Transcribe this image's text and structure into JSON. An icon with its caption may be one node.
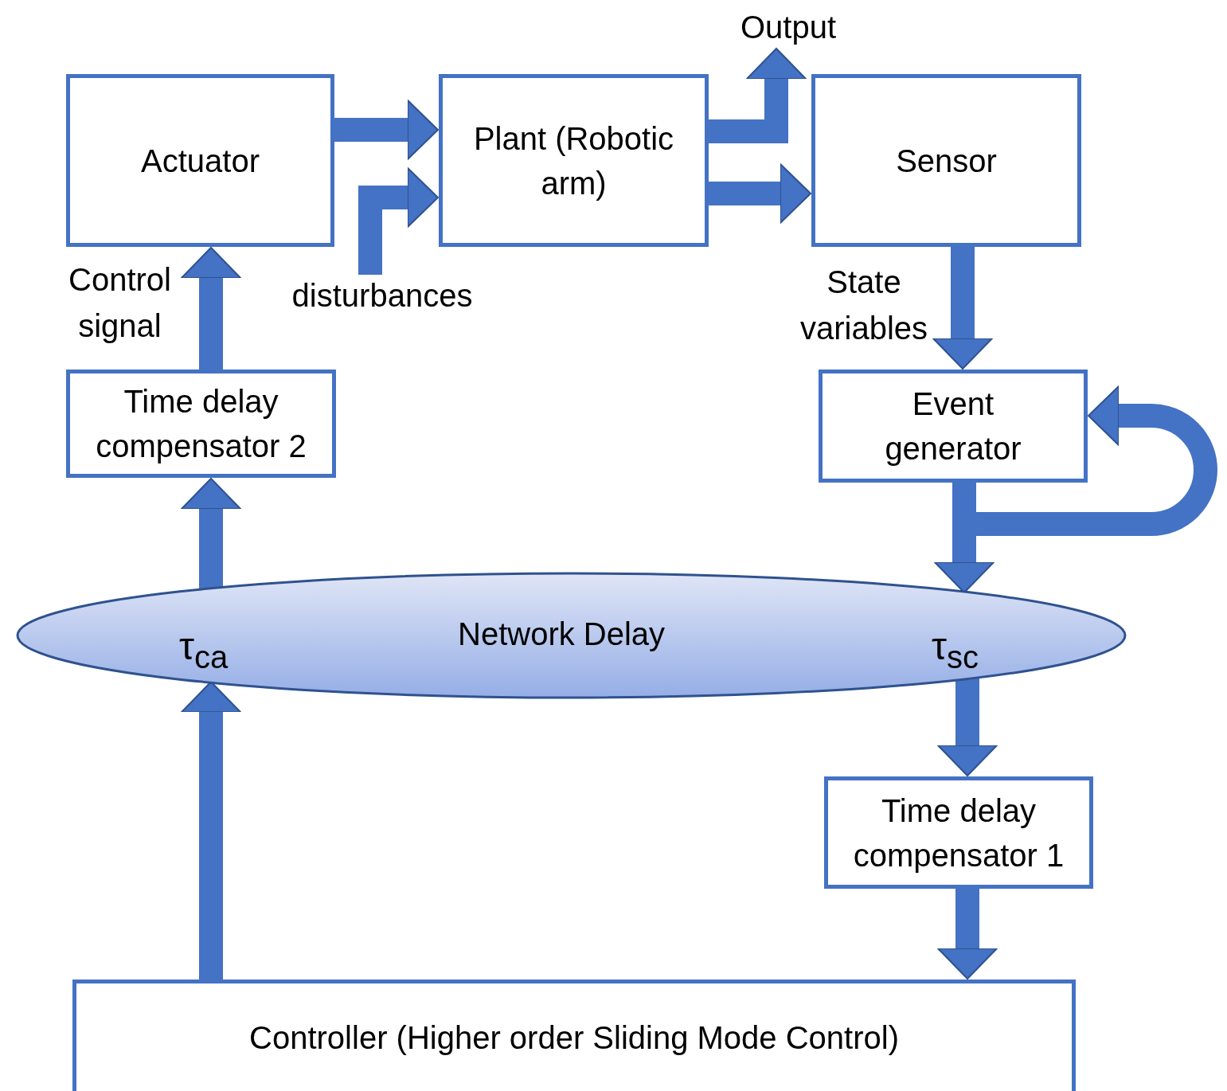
{
  "diagram": {
    "nodes": [
      {
        "text": [
          "Output"
        ]
      },
      {
        "text": [
          "Actuator"
        ]
      },
      {
        "text": [
          "Plant (Robotic arm)"
        ]
      },
      {
        "text": [
          "Sensor"
        ]
      },
      {
        "text": [
          "disturbances"
        ]
      },
      {
        "text": [
          "Time delay compensator 2"
        ]
      },
      {
        "text": [
          "Event generator"
        ]
      },
      {
        "text": [
          "Network Delay",
          "τ$_{ca}$",
          "τ$_{sc}$"
        ]
      },
      {
        "text": [
          "Time delay compensator 1"
        ]
      },
      {
        "text": [
          "Controller (Higher order Sliding Mode Control)"
        ]
      }
    ],
    "edges": [
      {
        "from": 1,
        "to": 2,
        "arrow": "to"
      },
      {
        "from": 4,
        "to": 2,
        "arrow": "to"
      },
      {
        "from": 2,
        "to": 0,
        "arrow": "to"
      },
      {
        "from": 2,
        "to": 3,
        "arrow": "to"
      },
      {
        "from": 3,
        "to": 6,
        "arrow": "to",
        "label": "State variables"
      },
      {
        "from": 6,
        "to": 6,
        "arrow": "to"
      },
      {
        "from": 6,
        "to": 7,
        "arrow": "to"
      },
      {
        "from": 7,
        "to": 5,
        "arrow": "to"
      },
      {
        "from": 5,
        "to": 1,
        "arrow": "to",
        "label": "Control signal"
      },
      {
        "from": 9,
        "to": 7,
        "arrow": "to"
      },
      {
        "from": 7,
        "to": 8,
        "arrow": "to"
      },
      {
        "from": 8,
        "to": 9,
        "arrow": "to"
      }
    ]
  }
}
